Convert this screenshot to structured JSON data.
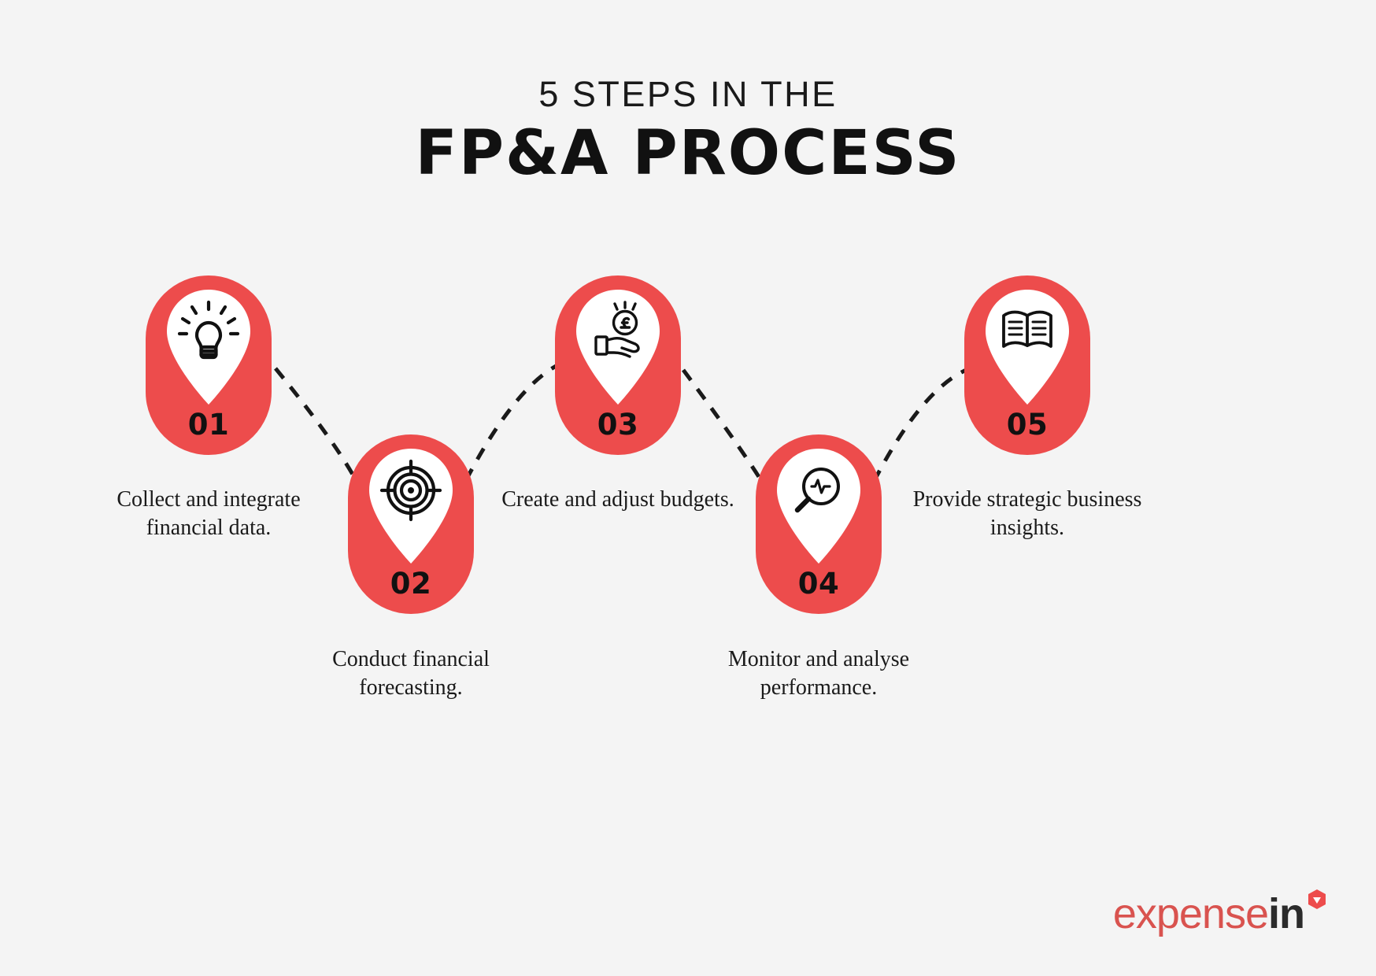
{
  "header": {
    "title_line1": "5 STEPS IN THE",
    "title_line2": "FP&A PROCESS"
  },
  "theme": {
    "background": "#f4f4f4",
    "accent_red": "#ed4c4c",
    "logo_red": "#d9534f",
    "text_dark": "#1a1a1a",
    "pin_white": "#ffffff"
  },
  "steps": [
    {
      "number": "01",
      "icon": "lightbulb-icon",
      "caption": "Collect and integrate financial data."
    },
    {
      "number": "02",
      "icon": "target-icon",
      "caption": "Conduct financial forecasting."
    },
    {
      "number": "03",
      "icon": "hand-holding-pound-coin-icon",
      "caption": "Create and adjust budgets."
    },
    {
      "number": "04",
      "icon": "magnifier-pulse-icon",
      "caption": "Monitor and analyse performance."
    },
    {
      "number": "05",
      "icon": "open-book-icon",
      "caption": "Provide strategic business insights."
    }
  ],
  "logo": {
    "part1": "expense",
    "part2": "in"
  }
}
